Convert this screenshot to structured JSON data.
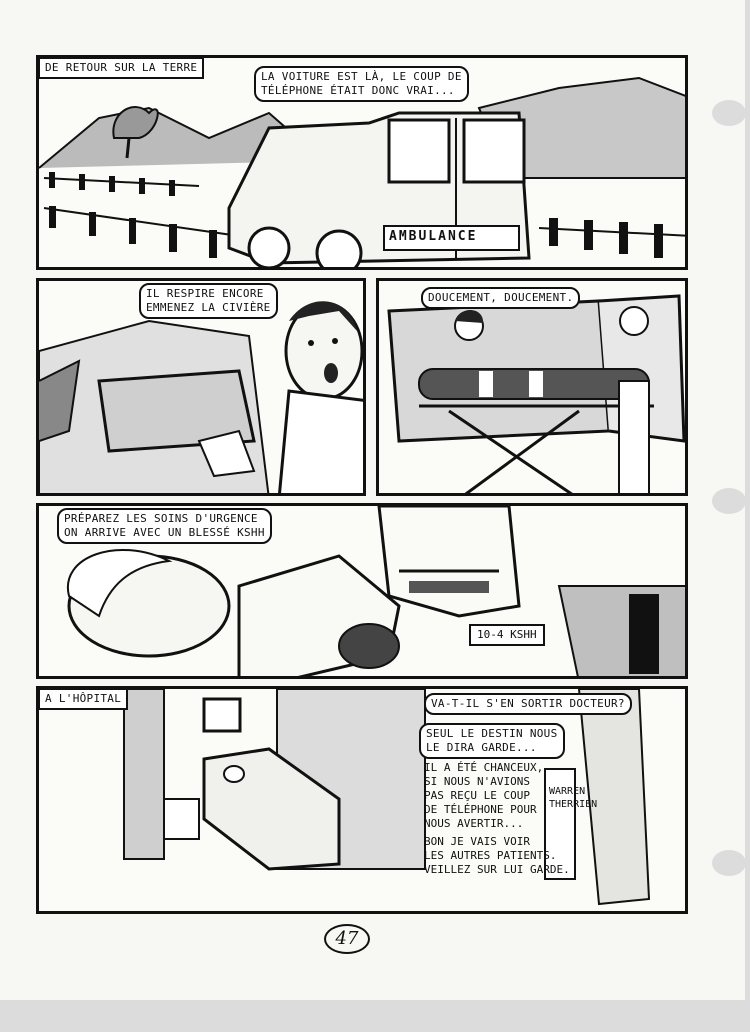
{
  "page_number": "47",
  "panels": [
    {
      "caption": "DE RETOUR SUR LA TERRE",
      "bubble": "LA VOITURE EST LÀ, LE COUP DE\nTÉLÉPHONE ÉTAIT DONC VRAI...",
      "sign": "AMBULANCE"
    },
    {
      "bubble": "IL RESPIRE ENCORE\nEMMENEZ LA CIVIÈRE"
    },
    {
      "bubble": "DOUCEMENT, DOUCEMENT."
    },
    {
      "bubble": "PRÉPAREZ LES SOINS D'URGENCE\nON ARRIVE AVEC UN BLESSÉ KSHH",
      "radio": "10-4 KSHH"
    },
    {
      "caption": "A L'HÔPITAL",
      "bubble1": "VA-T-IL S'EN SORTIR DOCTEUR?",
      "bubble2": "SEUL LE DESTIN NOUS\nLE DIRA GARDE...",
      "text1": "IL A ÉTÉ CHANCEUX,\nSI NOUS N'AVIONS\nPAS REÇU LE COUP\nDE TÉLÉPHONE POUR\nNOUS AVERTIR...",
      "text2": "BON JE VAIS VOIR\nLES AUTRES PATIENTS.\nVEILLEZ SUR LUI GARDE.",
      "signature": "WARREN\nTHERRIEN"
    }
  ]
}
